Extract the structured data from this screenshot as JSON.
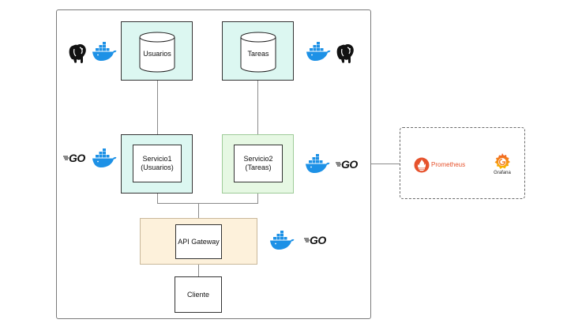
{
  "nodes": {
    "usuarios_db": "Usuarios",
    "tareas_db": "Tareas",
    "servicio1": "Servicio1\n(Usuarios)",
    "servicio2": "Servicio2\n(Tareas)",
    "api_gateway": "API Gateway",
    "cliente": "Cliente"
  },
  "logos": {
    "go": "GO",
    "prometheus": "Prometheus",
    "grafana": "Grafana"
  },
  "icons": {
    "docker": "docker-whale-icon",
    "postgres": "postgresql-elephant-icon",
    "go": "golang-gopher-logo",
    "prometheus": "prometheus-flame-icon",
    "grafana": "grafana-swirl-icon"
  },
  "colors": {
    "docker_blue": "#1D91E6",
    "teal_tier": "#dcf7f1",
    "green_tier": "#e6f8e3",
    "cream_tier": "#fdf1db",
    "prometheus_orange": "#e6522c",
    "grafana_orange": "#f4802b"
  }
}
